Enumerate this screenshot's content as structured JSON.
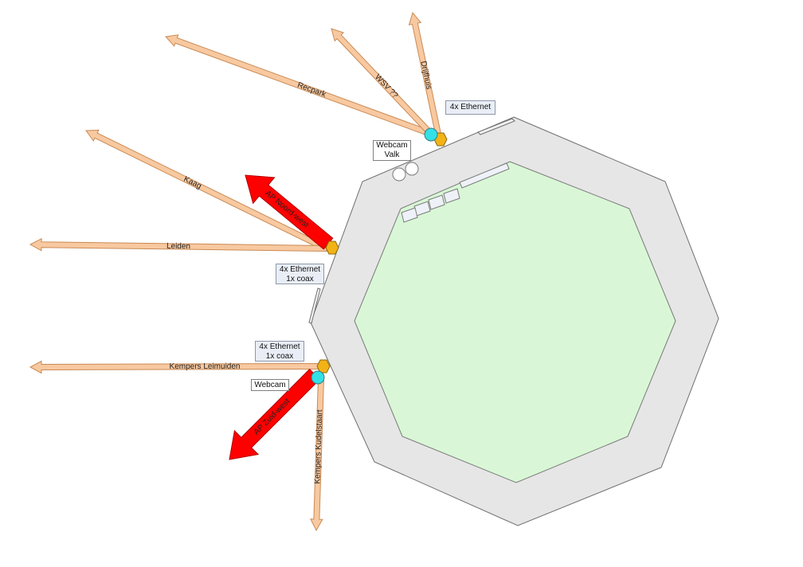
{
  "links": [
    {
      "id": "recpark",
      "label": "Recpark"
    },
    {
      "id": "wsv",
      "label": "WSV ??"
    },
    {
      "id": "drijfhuis",
      "label": "Drijfhuis"
    },
    {
      "id": "kaag",
      "label": "Kaag"
    },
    {
      "id": "leiden",
      "label": "Leiden"
    },
    {
      "id": "kempers-leimuiden",
      "label": "Kempers Leimuiden"
    },
    {
      "id": "kempers-kudelstaart",
      "label": "Kempers Kudelstaart"
    }
  ],
  "access_points": [
    {
      "id": "ap-noordwest",
      "label": "AP Noord-west"
    },
    {
      "id": "ap-zuidwest",
      "label": "AP Zuid-west"
    }
  ],
  "boxes": {
    "top_ethernet": {
      "lines": [
        "4x Ethernet"
      ]
    },
    "webcam_valk": {
      "lines": [
        "Webcam",
        "Valk"
      ]
    },
    "mid_ethernet": {
      "lines": [
        "4x Ethernet",
        "1x coax"
      ]
    },
    "low_ethernet": {
      "lines": [
        "4x Ethernet",
        "1x coax"
      ]
    },
    "webcam_low": {
      "lines": [
        "Webcam"
      ]
    }
  },
  "colors": {
    "link_fill": "#f8c9a0",
    "link_stroke": "#c98a55",
    "ap_fill": "#ff0000",
    "ap_stroke": "#b00000",
    "node_orange": "#f3b316",
    "node_cyan": "#33e0e6",
    "outer_octagon": "#e6e6e6",
    "inner_octagon": "#d9f7d6",
    "box_shaded": "#e9eef6"
  }
}
